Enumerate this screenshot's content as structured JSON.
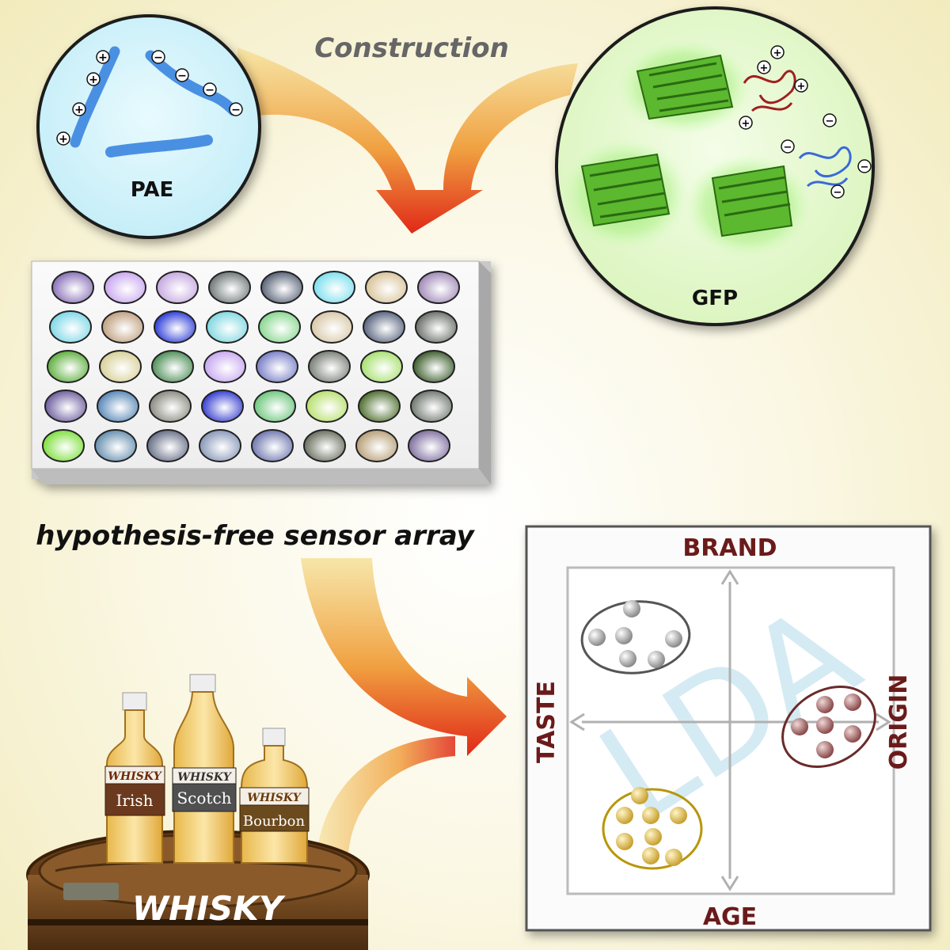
{
  "labels": {
    "construction": "Construction",
    "pae": "PAE",
    "gfp": "GFP",
    "array_caption": "hypothesis-free sensor array",
    "whisky_barrel": "WHISKY",
    "plus": "+",
    "minus": "−"
  },
  "bottles": [
    {
      "brand": "WHISKY",
      "type": "Irish"
    },
    {
      "brand": "WHISKY",
      "type": "Scotch"
    },
    {
      "brand": "WHISKY",
      "type": "Bourbon"
    }
  ],
  "lda": {
    "watermark": "LDA",
    "axis_top": "BRAND",
    "axis_bottom": "AGE",
    "axis_left": "TASTE",
    "axis_right": "ORIGIN"
  },
  "colors": {
    "axis_label": "#6b1a1a",
    "cluster_gray": "#555555",
    "cluster_maroon": "#6b2a2a",
    "cluster_gold": "#b8960a",
    "gfp_green": "#4caf2a",
    "pae_blue": "#4a90e2"
  },
  "well_colors": [
    [
      "#8a72b8",
      "#c9a8f0",
      "#c6a8e0",
      "#707878",
      "#5a6478",
      "#7de0ee",
      "#d8c49a",
      "#a08ab8"
    ],
    [
      "#7ed8e8",
      "#c0a080",
      "#3040d8",
      "#80d8e0",
      "#88d890",
      "#d8c8a8",
      "#5a6680",
      "#6a706a"
    ],
    [
      "#60b040",
      "#d8d098",
      "#50905a",
      "#c8a8f0",
      "#7a80c8",
      "#7a8078",
      "#a8e070",
      "#406030"
    ],
    [
      "#7060a0",
      "#5888b8",
      "#8a8a80",
      "#3840d0",
      "#70c880",
      "#b8e070",
      "#507030",
      "#707870"
    ],
    [
      "#80e040",
      "#6890b0",
      "#687088",
      "#8898b8",
      "#7078b0",
      "#6a7060",
      "#b8a078",
      "#8070a0"
    ]
  ]
}
